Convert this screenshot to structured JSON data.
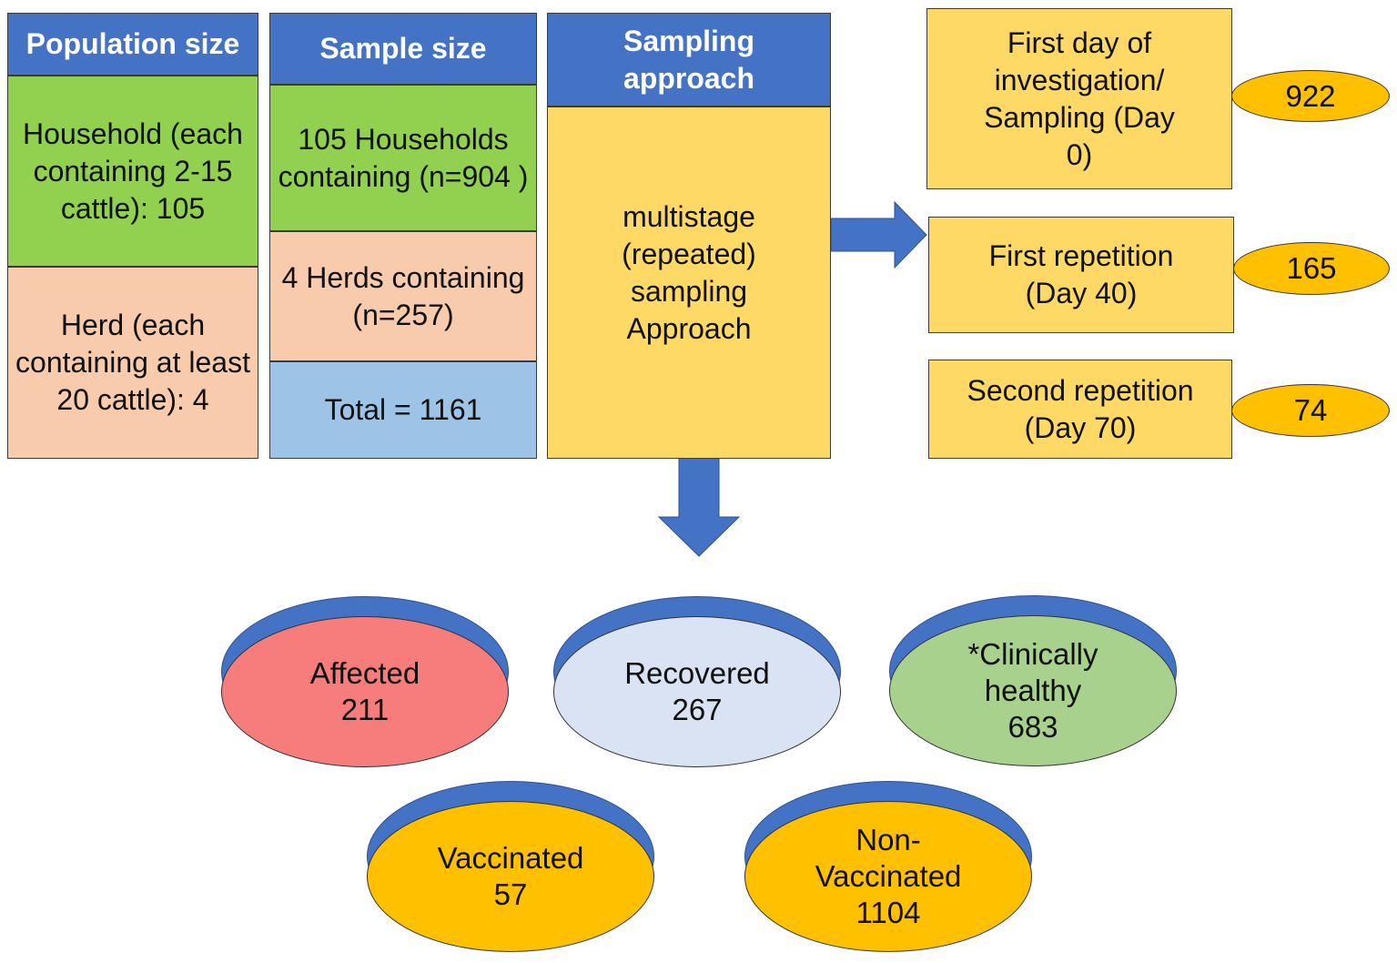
{
  "population": {
    "header": "Population size",
    "household": "Household (each containing 2-15 cattle): 105",
    "herd": "Herd (each containing at least 20 cattle): 4"
  },
  "sample": {
    "header": "Sample size",
    "households": "105 Households containing (n=904 )",
    "herds": "4 Herds containing (n=257)",
    "total": "Total = 1161"
  },
  "approach": {
    "header": "Sampling approach",
    "body": "multistage (repeated) sampling Approach"
  },
  "timeline": [
    {
      "label": "First day of investigation/ Sampling (Day 0)",
      "count": "922"
    },
    {
      "label": "First repetition (Day 40)",
      "count": "165"
    },
    {
      "label": "Second repetition (Day 70)",
      "count": "74"
    }
  ],
  "groups": {
    "affected": {
      "label": "Affected",
      "count": "211",
      "color": "#F77D7D"
    },
    "recovered": {
      "label": "Recovered",
      "count": "267",
      "color": "#DAE3F3"
    },
    "healthy": {
      "label": "*Clinically healthy",
      "count": "683",
      "color": "#A9D18E"
    },
    "vaccinated": {
      "label": "Vaccinated",
      "count": "57",
      "color": "#FFC000"
    },
    "non_vaccinated": {
      "label": "Non-Vaccinated",
      "count": "1104",
      "color": "#FFC000"
    }
  },
  "colors": {
    "header_blue": "#4472C4",
    "arrow_blue": "#4472C4",
    "green": "#92D050",
    "peach": "#F8CBAD",
    "light_blue": "#9DC3E6",
    "yellow": "#FFD966",
    "pill_orange": "#FFC000"
  }
}
